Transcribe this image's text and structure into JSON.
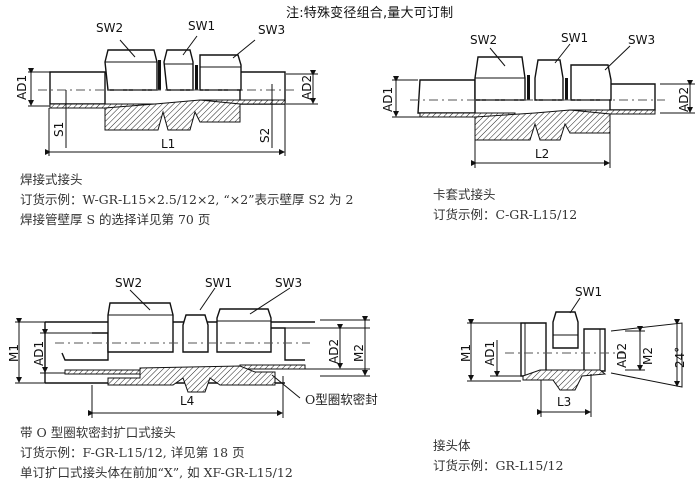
{
  "note": "注:特殊变径组合,量大可订制",
  "figures": [
    {
      "id": "welded",
      "labels": {
        "sw2": "SW2",
        "sw1": "SW1",
        "sw3": "SW3",
        "ad1": "AD1",
        "ad2": "AD2",
        "s1": "S1",
        "s2": "S2",
        "length": "L1"
      },
      "caption": [
        "焊接式接头",
        "订货示例：W-GR-L15×2.5/12×2, “×2”表示壁厚 S2 为 2",
        "焊接管壁厚 S 的选择详见第 70 页"
      ]
    },
    {
      "id": "ferrule",
      "labels": {
        "sw2": "SW2",
        "sw1": "SW1",
        "sw3": "SW3",
        "ad1": "AD1",
        "ad2": "AD2",
        "length": "L2"
      },
      "caption": [
        "卡套式接头",
        "订货示例：C-GR-L15/12"
      ]
    },
    {
      "id": "flared-oring",
      "labels": {
        "sw2": "SW2",
        "sw1": "SW1",
        "sw3": "SW3",
        "m1": "M1",
        "ad1": "AD1",
        "ad2": "AD2",
        "m2": "M2",
        "length": "L4",
        "seal": "O型圈软密封"
      },
      "caption": [
        "带 O 型圈软密封扩口式接头",
        "订货示例：F-GR-L15/12, 详见第 18 页",
        "单订扩口式接头体在前加“X”, 如 XF-GR-L15/12"
      ]
    },
    {
      "id": "body",
      "labels": {
        "sw1": "SW1",
        "m1": "M1",
        "ad1": "AD1",
        "ad2": "AD2",
        "m2": "M2",
        "angle": "24°",
        "length": "L3"
      },
      "caption": [
        "接头体",
        "订货示例：GR-L15/12"
      ]
    }
  ]
}
